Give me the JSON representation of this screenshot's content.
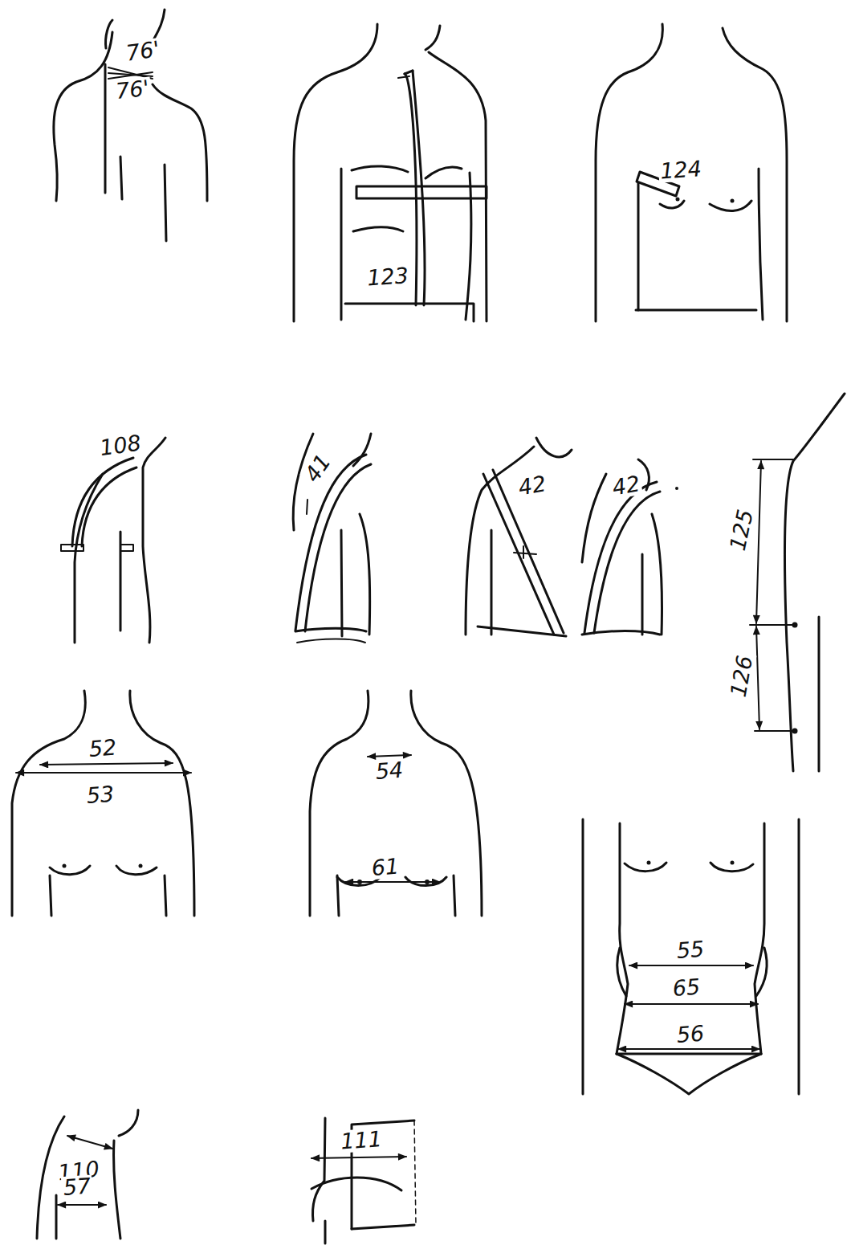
{
  "diagram": {
    "labels": [
      "76'",
      "76'",
      "123",
      "124",
      "108",
      "41",
      "42",
      "42",
      "125",
      "126",
      "52",
      "53",
      "54",
      "61",
      "55",
      "65",
      "56",
      "110",
      "57",
      "111"
    ]
  }
}
